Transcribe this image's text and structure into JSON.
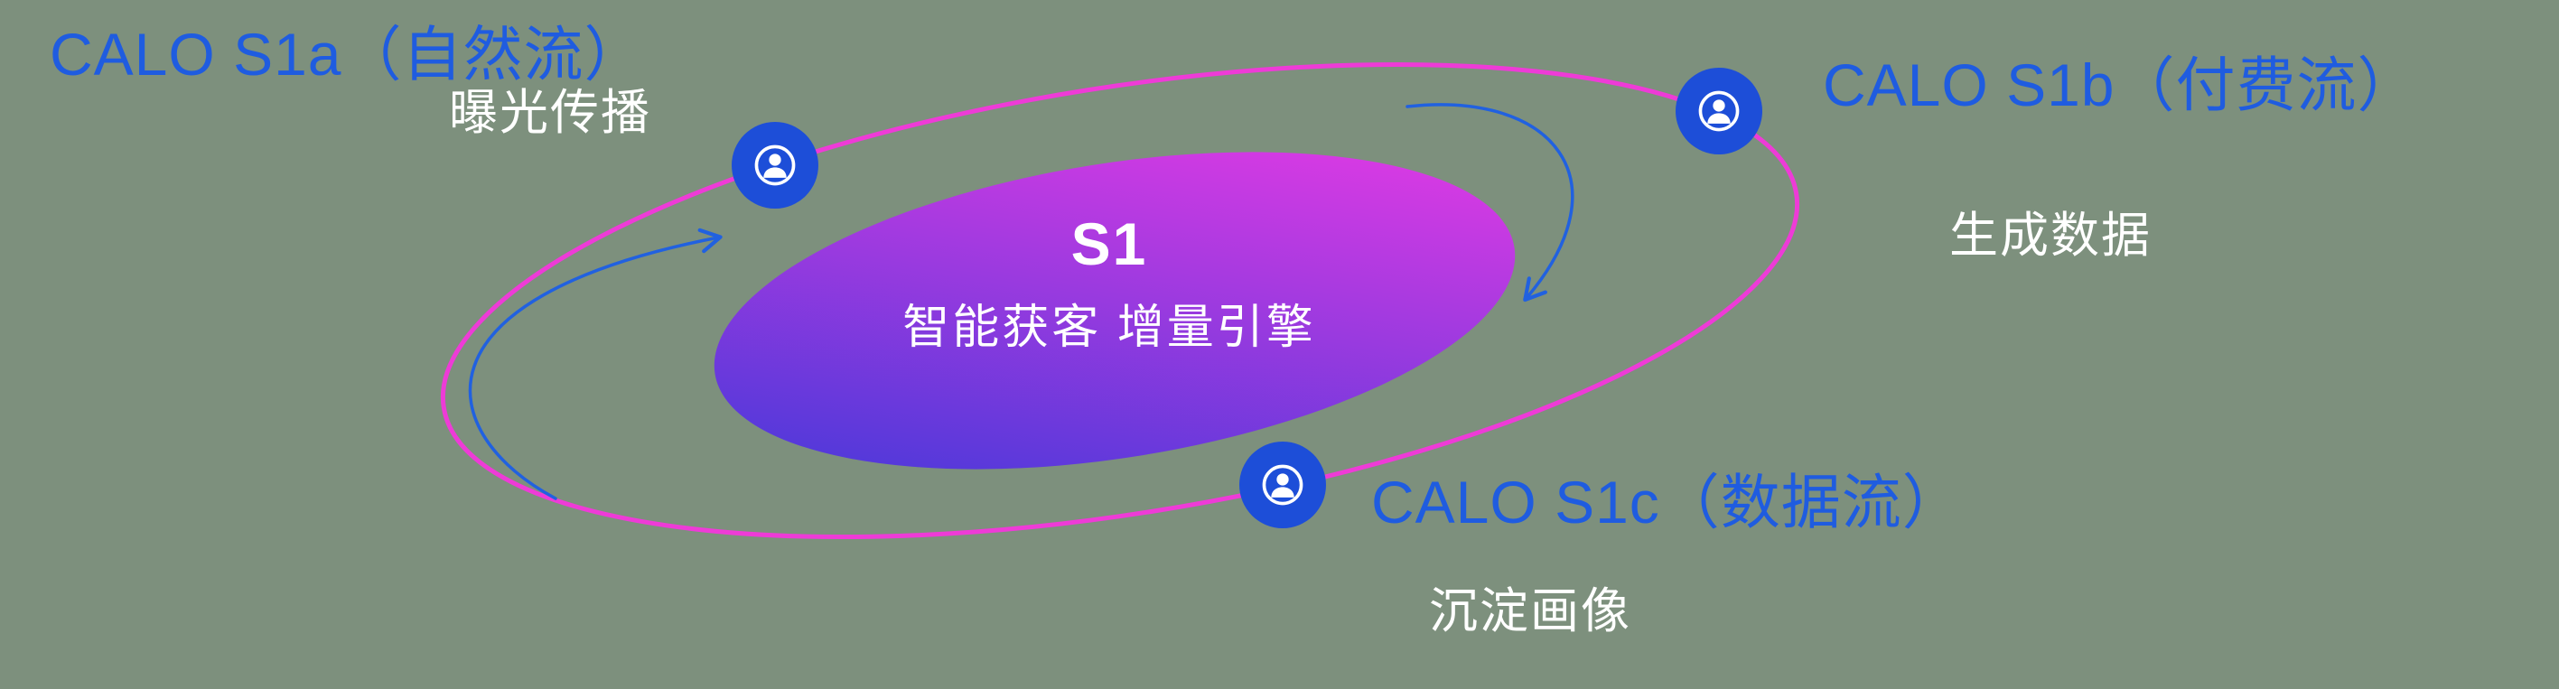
{
  "diagram": {
    "center": {
      "title": "S1",
      "subtitle": "智能获客  增量引擎"
    },
    "nodes": [
      {
        "id": "s1a",
        "label": "CALO S1a（自然流）",
        "sublabel": "曝光传播",
        "icon": "user-circle-icon"
      },
      {
        "id": "s1b",
        "label": "CALO S1b（付费流）",
        "sublabel": "生成数据",
        "icon": "user-circle-icon"
      },
      {
        "id": "s1c",
        "label": "CALO S1c（数据流）",
        "sublabel": "沉淀画像",
        "icon": "user-circle-icon"
      }
    ],
    "colors": {
      "background": "#7d907d",
      "label_blue": "#1f5ce0",
      "orbit_pink": "#ee3bd7",
      "node_blue": "#1d4ed8",
      "arrow_blue": "#2161e0",
      "gradient_start": "#4439d9",
      "gradient_end": "#e23ae4",
      "subtitle_white": "#ffffff"
    }
  }
}
